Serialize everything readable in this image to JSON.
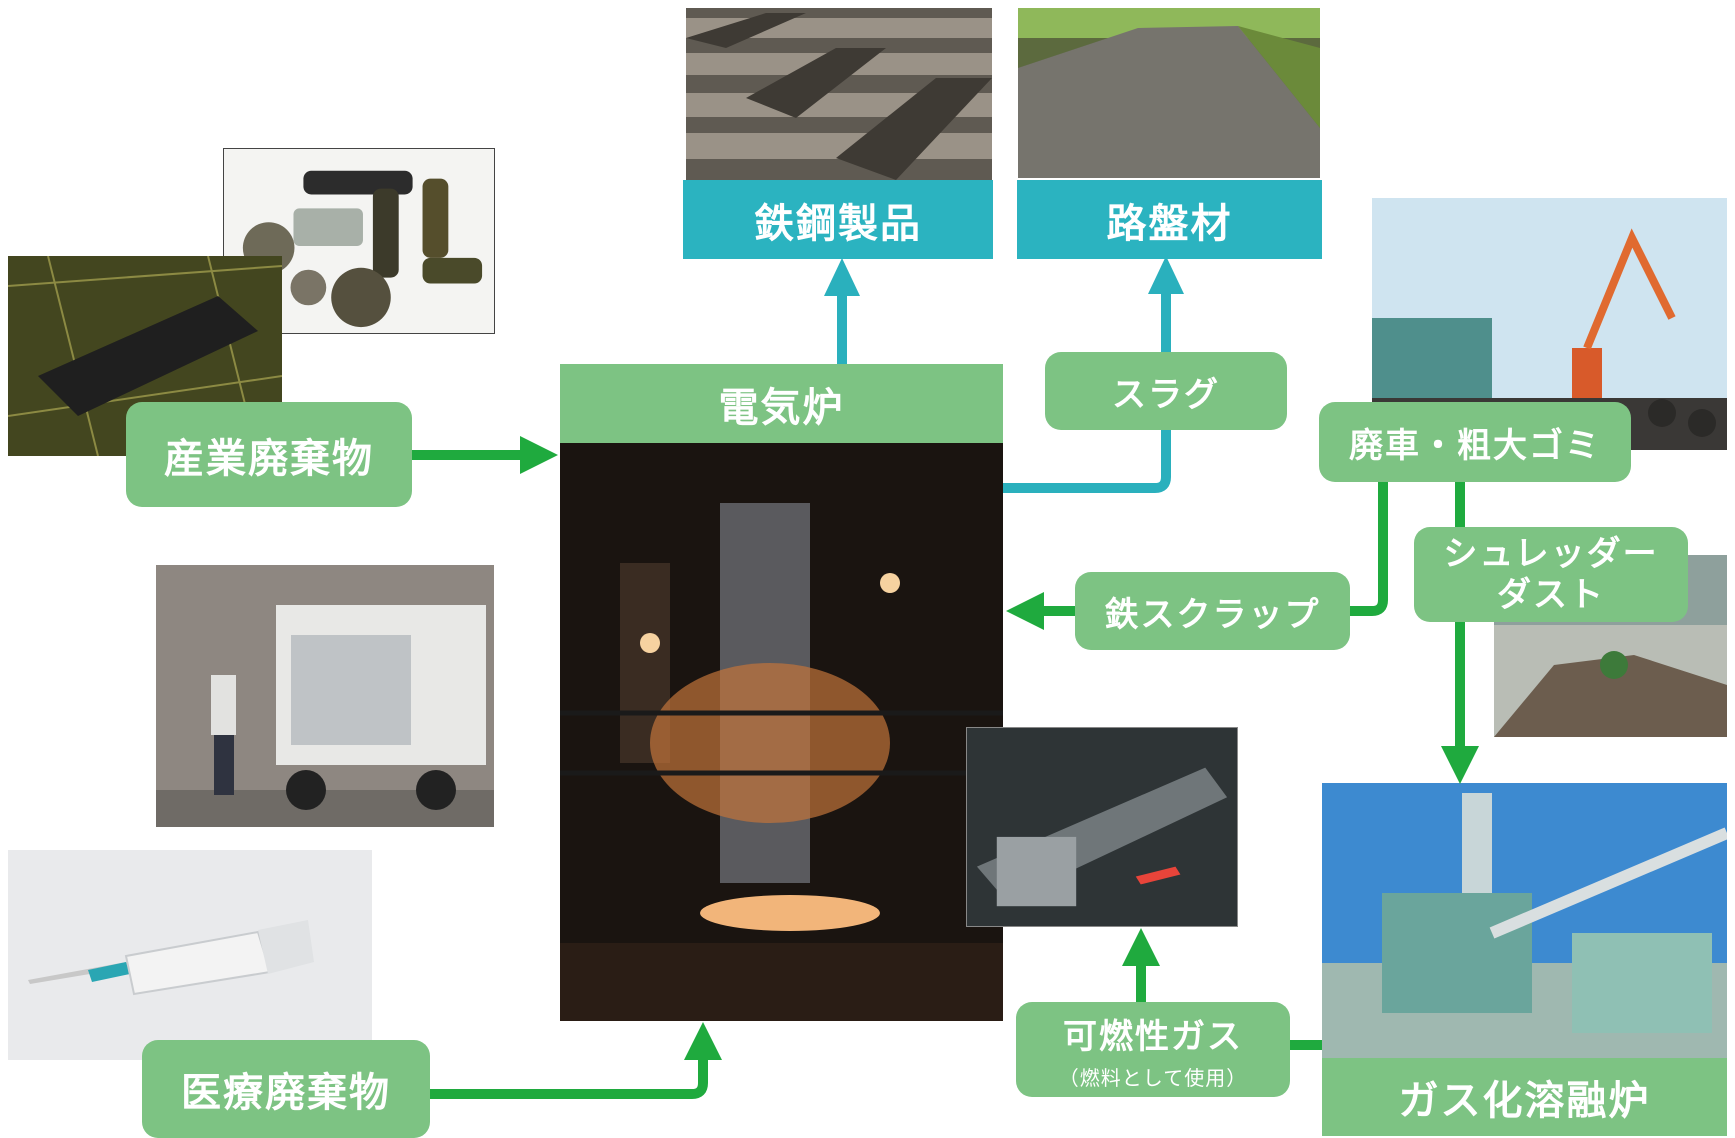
{
  "labels": {
    "steel_products": "鉄鋼製品",
    "roadbed": "路盤材",
    "electric_furnace": "電気炉",
    "slag": "スラグ",
    "industrial_waste": "産業廃棄物",
    "scrap_cars": "廃車・粗大ゴミ",
    "iron_scrap": "鉄スクラップ",
    "shredder_dust_line1": "シュレッダー",
    "shredder_dust_line2": "ダスト",
    "medical_waste": "医療廃棄物",
    "combustible_gas": "可燃性ガス",
    "combustible_gas_note": "（燃料として使用）",
    "gasification_furnace": "ガス化溶融炉"
  },
  "colors": {
    "green_box": "#7dc383",
    "teal_box": "#2bb3c0",
    "green_arrow": "#1faa3e",
    "teal_arrow": "#2ab0bd"
  },
  "photos": [
    "rebar-bundles-photo",
    "road-photo",
    "batteries-photo",
    "circuit-board-photo",
    "scrapyard-crane-photo",
    "truck-photo",
    "shredder-dust-photo",
    "syringe-photo",
    "furnace-interior-photo",
    "rolling-mill-photo",
    "gas-plant-photo"
  ]
}
